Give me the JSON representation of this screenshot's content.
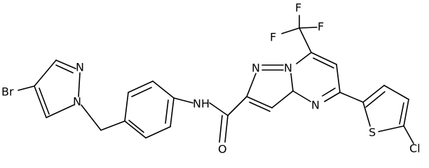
{
  "structure": {
    "atom_labels": {
      "br": "Br",
      "pyrazole_n1": "N",
      "pyrazole_n2": "N",
      "amide_nh": "NH",
      "carbonyl_o": "O",
      "core_n1": "N",
      "core_n7a": "N",
      "core_n4": "N",
      "cf3_f_top": "F",
      "cf3_f_left": "F",
      "cf3_f_right": "F",
      "thiophene_s": "S",
      "cl": "Cl"
    }
  },
  "colors": {
    "bond": "#000000",
    "label": "#000000",
    "background": "#ffffff"
  }
}
